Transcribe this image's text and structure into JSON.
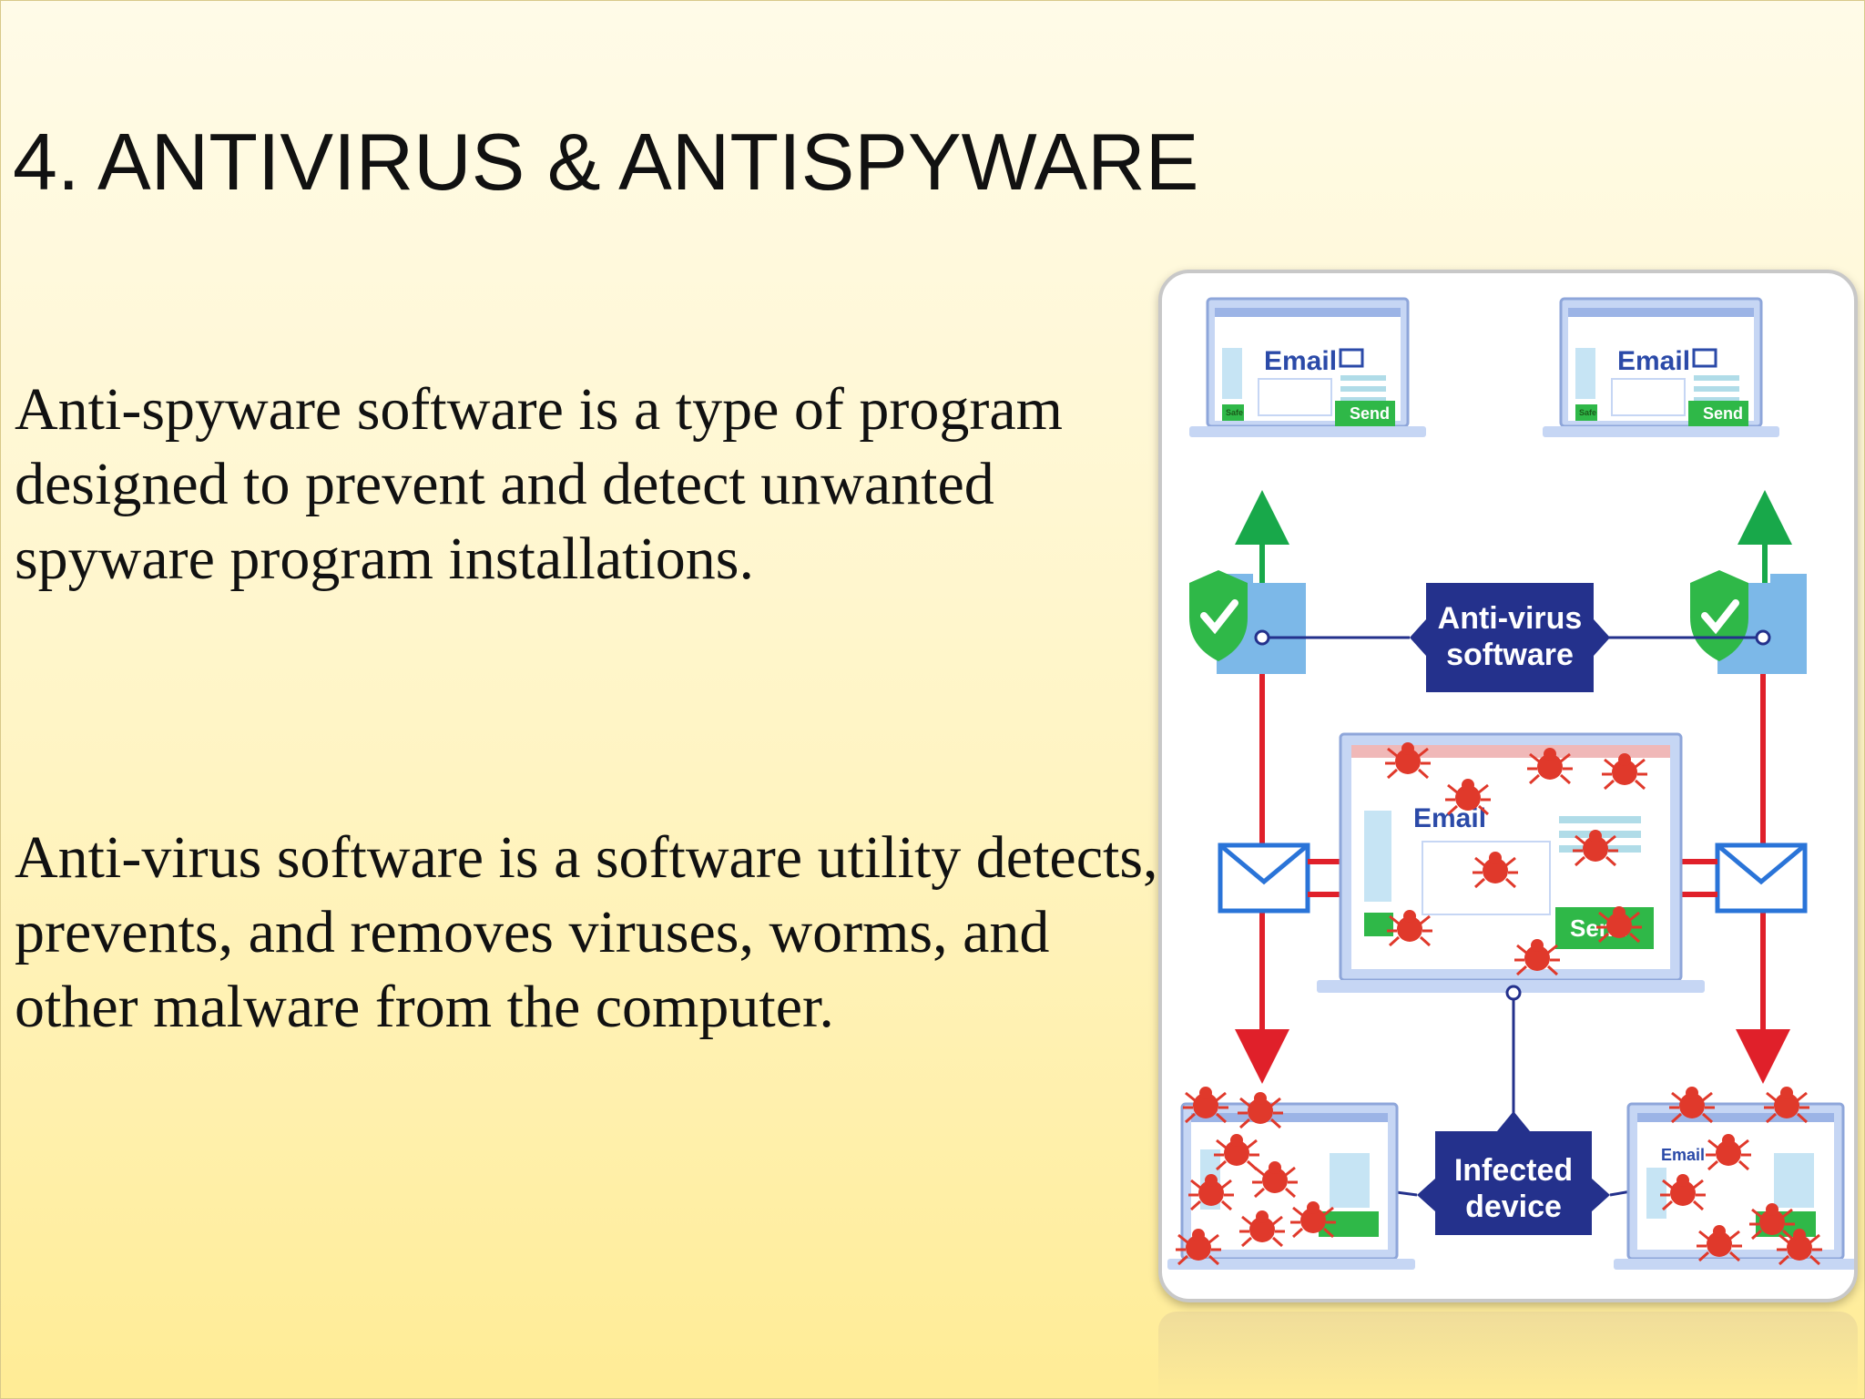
{
  "slide": {
    "title": "4. ANTIVIRUS & ANTISPYWARE",
    "paragraph_1": "Anti-spyware software is a type of program designed to prevent and detect unwanted  spyware program installations.",
    "paragraph_2": "Anti-virus software is a software utility detects, prevents, and removes viruses, worms, and other malware from the computer."
  },
  "diagram": {
    "email_label": "Email",
    "send_label": "Send",
    "safe_label": "Safe",
    "antivirus_label_line1": "Anti-virus",
    "antivirus_label_line2": "software",
    "infected_label_line1": "Infected",
    "infected_label_line2": "device",
    "colors": {
      "badge": "#24318c",
      "arrow_red": "#e0202a",
      "arrow_green": "#18a84a",
      "shield": "#2fb848",
      "laptop": "#c6d6f4",
      "bug": "#e0392b"
    }
  }
}
